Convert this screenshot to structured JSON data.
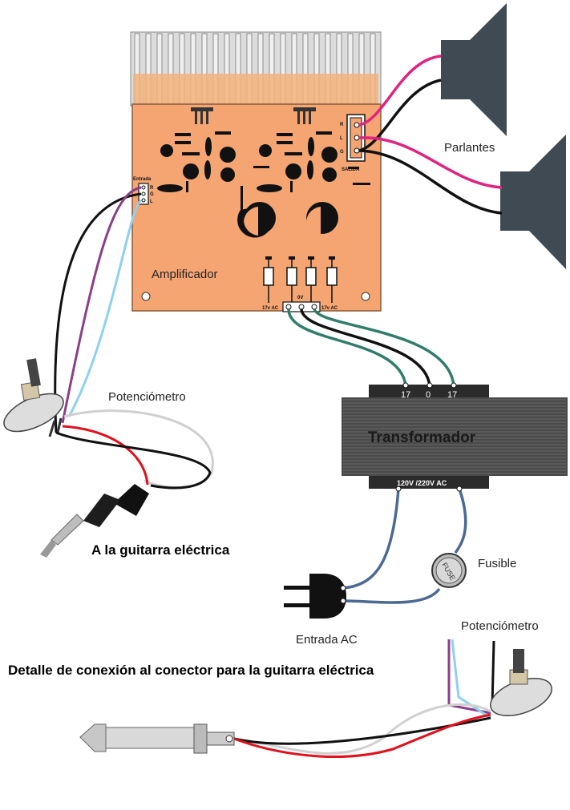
{
  "labels": {
    "parlantes": "Parlantes",
    "amplificador": "Amplificador",
    "entrada": "Entrada",
    "salida": "SALIDA",
    "pin_r": "R",
    "pin_l": "L",
    "pin_g": "G",
    "in_r": "R",
    "in_g": "G",
    "in_l": "L",
    "ac_left": "17v AC",
    "ac_mid": "0V",
    "ac_right": "17v AC",
    "potenciometro_top": "Potenciómetro",
    "guitarra": "A la guitarra eléctrica",
    "transformador": "Transformador",
    "tap_17a": "17",
    "tap_0": "0",
    "tap_17b": "17",
    "voltaje": "120V /220V AC",
    "fusible": "Fusible",
    "fuse_text": "FUSE",
    "entrada_ac": "Entrada AC",
    "detalle": "Detalle de conexión al conector para la guitarra eléctrica",
    "potenciometro_bottom": "Potenciómetro"
  },
  "colors": {
    "board": "#f5a572",
    "heatsink": "#dcdcdc",
    "speaker": "#3f4a52",
    "transformer": "#3b3b3b",
    "wire_pink": "#e0237f",
    "wire_black": "#111111",
    "wire_green": "#2f7d6a",
    "wire_blue": "#4a6a94",
    "wire_red": "#e0101c",
    "wire_white": "#d0d0d0",
    "wire_purple": "#8a3f8a",
    "wire_lightblue": "#8fd0ee"
  }
}
